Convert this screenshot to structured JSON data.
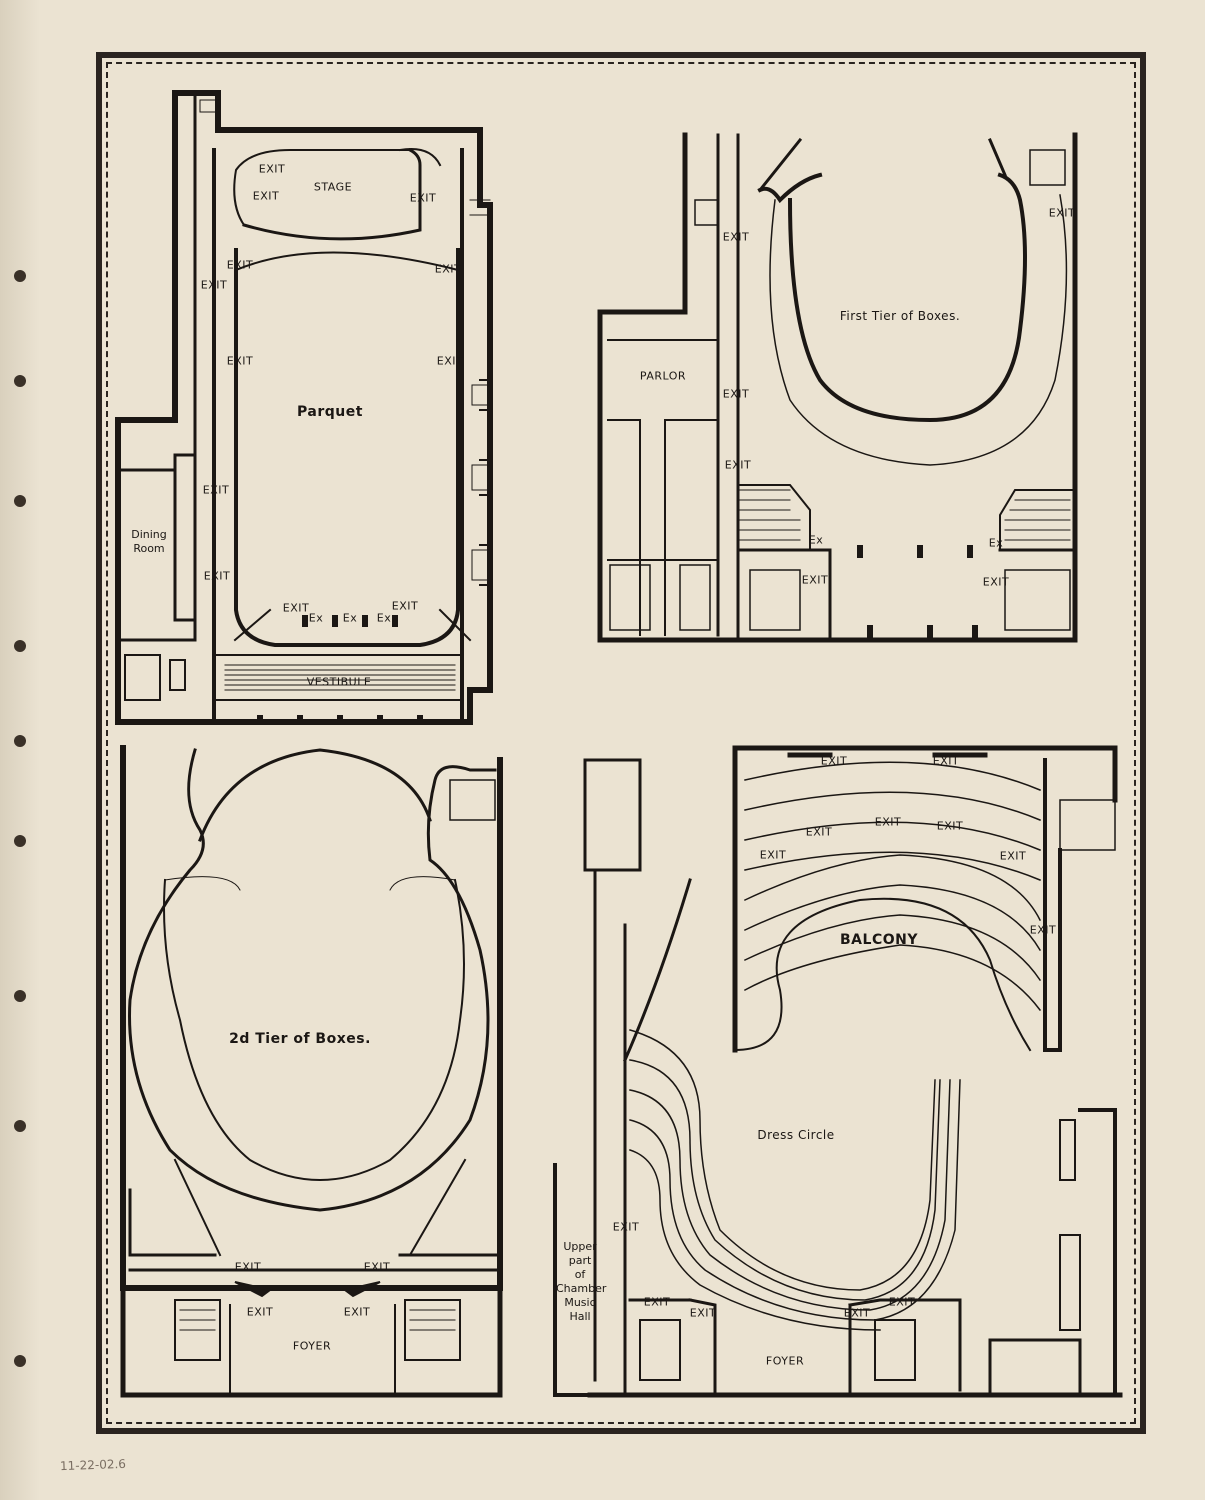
{
  "pencil_note": "11-22-02.6",
  "plans": {
    "parquet": {
      "title": "Parquet",
      "stage": "STAGE",
      "vestibule": "VESTIBULE",
      "dining_line1": "Dining",
      "dining_line2": "Room",
      "exit": "EXIT",
      "ex": "Ex"
    },
    "first_tier": {
      "title": "First Tier of Boxes.",
      "parlor": "PARLOR",
      "exit": "EXIT",
      "ex": "Ex"
    },
    "second_tier": {
      "title": "2d Tier of Boxes.",
      "foyer": "FOYER",
      "exit": "EXIT"
    },
    "balcony": {
      "balcony": "BALCONY",
      "dress_circle": "Dress Circle",
      "foyer": "FOYER",
      "exit": "EXIT",
      "chamber_line1": "Upper part",
      "chamber_line2": "of",
      "chamber_line3": "Chamber",
      "chamber_line4": "Music",
      "chamber_line5": "Hall"
    }
  },
  "colors": {
    "paper": "#ebe3d2",
    "ink": "#1b1714"
  }
}
